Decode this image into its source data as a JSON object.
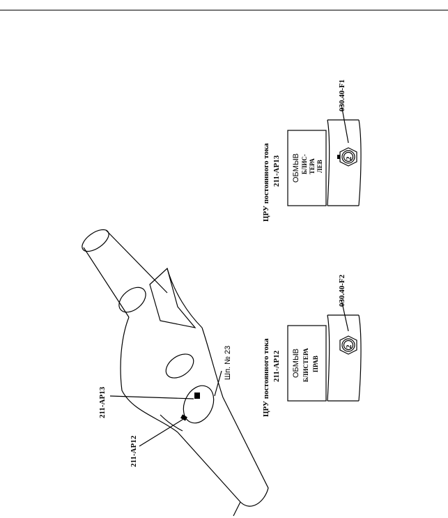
{
  "callouts": {
    "ap13": "211-AP13",
    "ap12": "211-AP12",
    "hatch": "Шп. № 23"
  },
  "panel_right": {
    "title_line1": "ЦРУ постоянного тока",
    "title_line2": "211-AP13",
    "label_line1": "ОБМЫВ",
    "label_line2": "БЛИС-",
    "label_line3": "ТЕРА",
    "label_line4": "ЛЕВ",
    "connector_number": "2",
    "connector_ref": "030.40-F1"
  },
  "panel_left": {
    "title_line1": "ЦРУ постоянного тока",
    "title_line2": "211-AP12",
    "label_line1": "ОБМЫВ",
    "label_line2": "БЛИСТЕРА",
    "label_line3": "ПРАВ",
    "connector_number": "2",
    "connector_ref": "030.40-F2"
  }
}
